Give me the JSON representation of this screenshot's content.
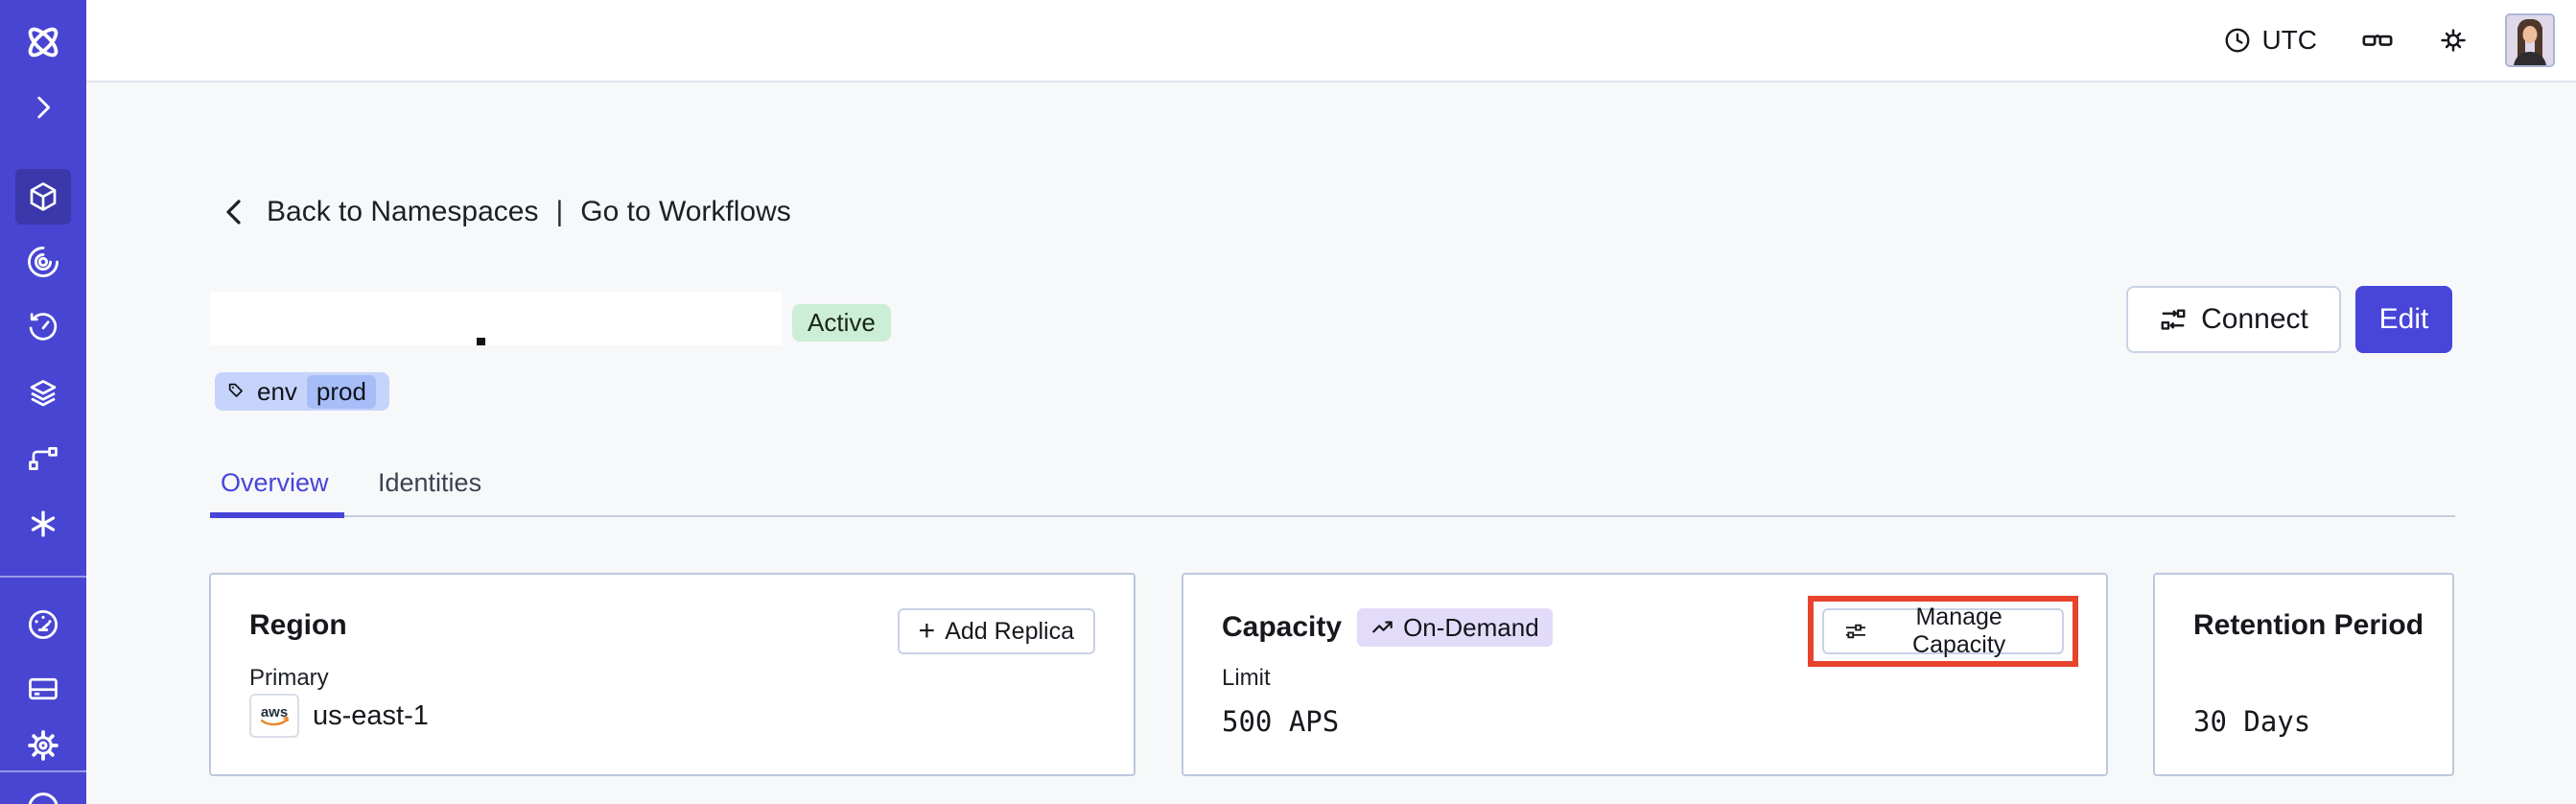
{
  "topbar": {
    "timezone": "UTC"
  },
  "breadcrumb": {
    "back": "Back to Namespaces",
    "separator": "|",
    "workflows": "Go to Workflows"
  },
  "namespace": {
    "status": "Active",
    "tag_key": "env",
    "tag_value": "prod"
  },
  "actions": {
    "connect": "Connect",
    "edit": "Edit"
  },
  "tabs": [
    {
      "label": "Overview",
      "active": true
    },
    {
      "label": "Identities",
      "active": false
    }
  ],
  "cards": {
    "region": {
      "title": "Region",
      "plus": "+",
      "add_replica": "Add Replica",
      "field_label": "Primary",
      "provider": "aws",
      "value": "us-east-1"
    },
    "capacity": {
      "title": "Capacity",
      "badge": "On-Demand",
      "manage": "Manage Capacity",
      "field_label": "Limit",
      "value": "500 APS"
    },
    "retention": {
      "title": "Retention Period",
      "value": "30 Days"
    }
  },
  "sidebar": {
    "active_item": "namespaces",
    "icons": [
      "temporal-logo",
      "expand-chevron",
      "namespaces",
      "workflows",
      "schedules",
      "deployments",
      "nexus",
      "batch-operations",
      "usage",
      "billing",
      "settings",
      "support"
    ]
  },
  "colors": {
    "accent": "#4845d9",
    "sidebar-bg": "#4845d2",
    "sidebar-active": "#3a38ab",
    "annotation": "#e8432c",
    "status-active-bg": "#cdeed6",
    "tag-bg": "#c6d4fb",
    "tag-chip-bg": "#a6bdf7",
    "ondemand-bg": "#e3dbfa",
    "page-bg": "#f7f8fa",
    "card-border": "#bdc8dd",
    "button-border": "#c9d2e4",
    "text": "#16181d"
  }
}
